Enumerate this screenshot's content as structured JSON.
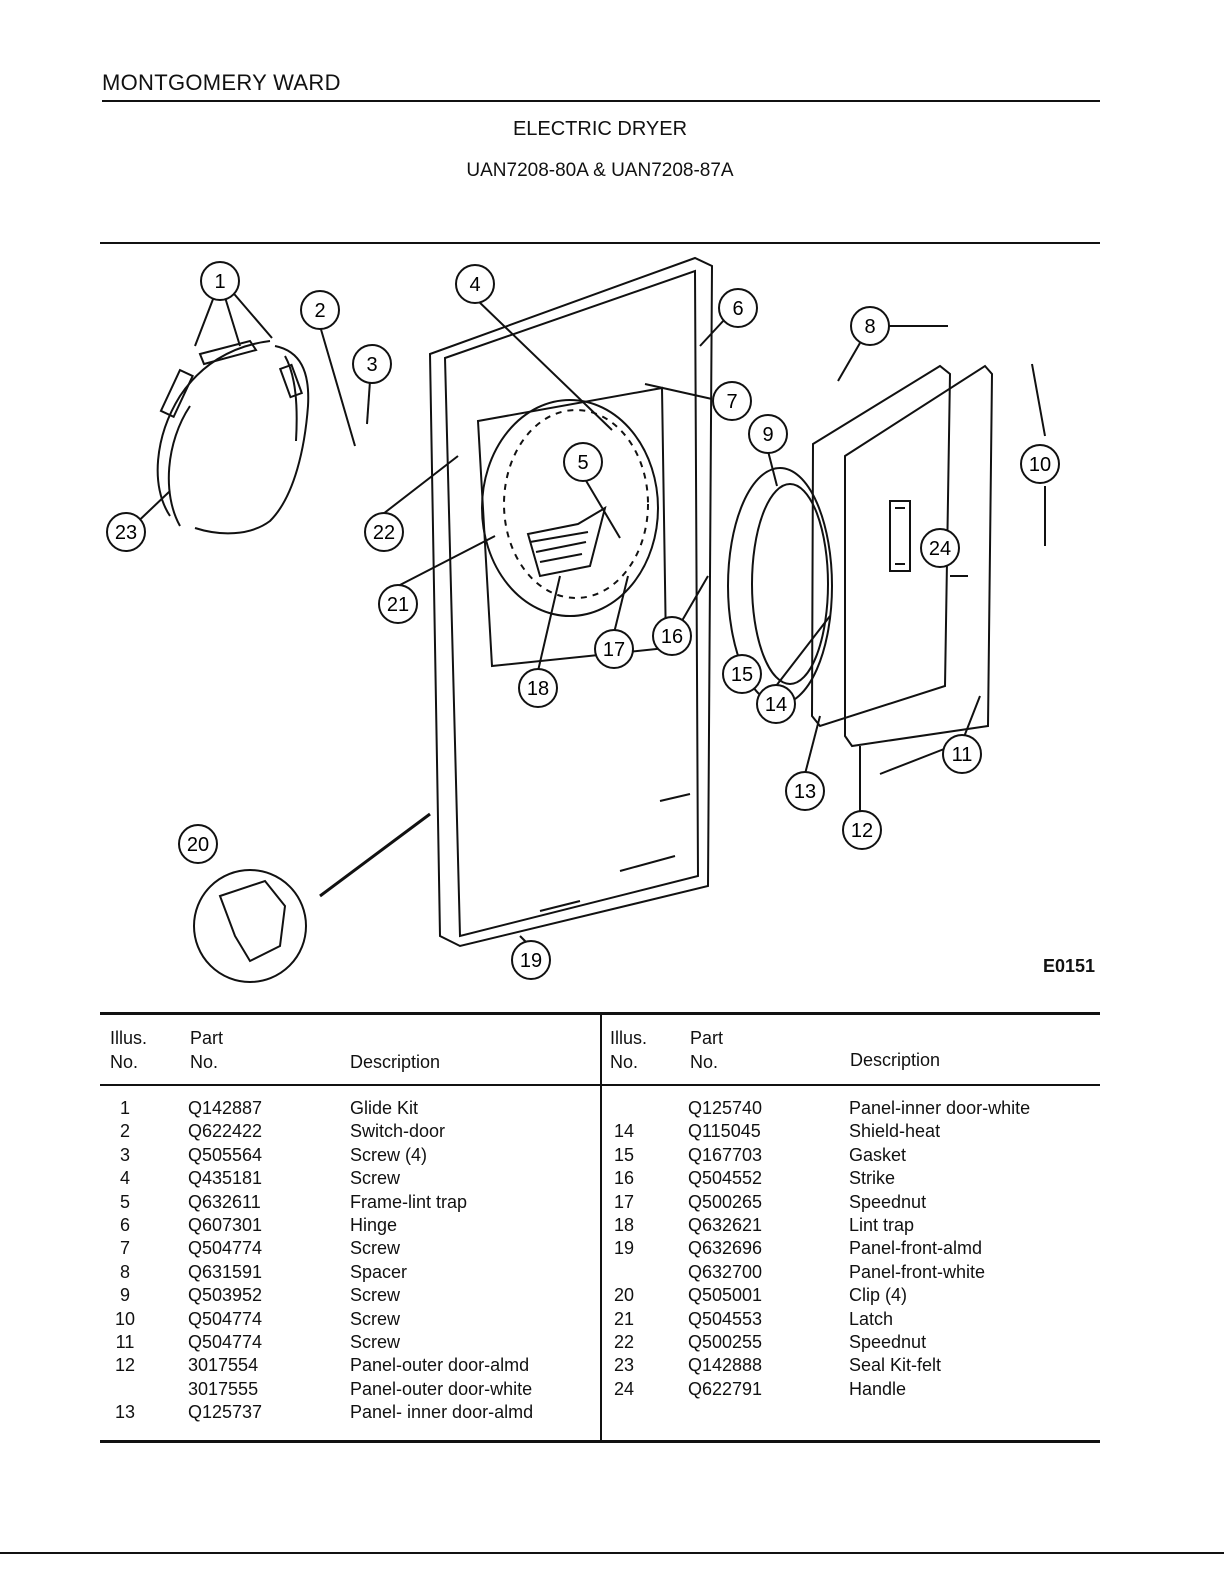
{
  "header": {
    "brand": "MONTGOMERY WARD",
    "title": "ELECTRIC DRYER",
    "models": "UAN7208-80A & UAN7208-87A"
  },
  "diagram": {
    "code": "E0151",
    "callouts": [
      "1",
      "2",
      "3",
      "4",
      "5",
      "6",
      "7",
      "8",
      "9",
      "10",
      "11",
      "12",
      "13",
      "14",
      "15",
      "16",
      "17",
      "18",
      "19",
      "20",
      "21",
      "22",
      "23",
      "24"
    ]
  },
  "table": {
    "headers": {
      "illus_line1": "Illus.",
      "illus_line2": "No.",
      "part_line1": "Part",
      "part_line2": "No.",
      "description": "Description"
    },
    "left_rows": [
      {
        "no": "1",
        "part": "Q142887",
        "desc": "Glide Kit"
      },
      {
        "no": "2",
        "part": "Q622422",
        "desc": "Switch-door"
      },
      {
        "no": "3",
        "part": "Q505564",
        "desc": "Screw (4)"
      },
      {
        "no": "4",
        "part": "Q435181",
        "desc": "Screw"
      },
      {
        "no": "5",
        "part": "Q632611",
        "desc": "Frame-lint trap"
      },
      {
        "no": "6",
        "part": "Q607301",
        "desc": "Hinge"
      },
      {
        "no": "7",
        "part": "Q504774",
        "desc": "Screw"
      },
      {
        "no": "8",
        "part": "Q631591",
        "desc": "Spacer"
      },
      {
        "no": "9",
        "part": "Q503952",
        "desc": "Screw"
      },
      {
        "no": "10",
        "part": "Q504774",
        "desc": "Screw"
      },
      {
        "no": "11",
        "part": "Q504774",
        "desc": "Screw"
      },
      {
        "no": "12",
        "part": "3017554",
        "desc": "Panel-outer door-almd"
      },
      {
        "no": "",
        "part": "3017555",
        "desc": "Panel-outer door-white"
      },
      {
        "no": "13",
        "part": "Q125737",
        "desc": "Panel- inner door-almd"
      }
    ],
    "right_rows": [
      {
        "no": "",
        "part": "Q125740",
        "desc": "Panel-inner door-white"
      },
      {
        "no": "14",
        "part": "Q115045",
        "desc": "Shield-heat"
      },
      {
        "no": "15",
        "part": "Q167703",
        "desc": "Gasket"
      },
      {
        "no": "16",
        "part": "Q504552",
        "desc": "Strike"
      },
      {
        "no": "17",
        "part": "Q500265",
        "desc": "Speednut"
      },
      {
        "no": "18",
        "part": "Q632621",
        "desc": "Lint trap"
      },
      {
        "no": "19",
        "part": "Q632696",
        "desc": "Panel-front-almd"
      },
      {
        "no": "",
        "part": "Q632700",
        "desc": "Panel-front-white"
      },
      {
        "no": "20",
        "part": "Q505001",
        "desc": "Clip (4)"
      },
      {
        "no": "21",
        "part": "Q504553",
        "desc": "Latch"
      },
      {
        "no": "22",
        "part": "Q500255",
        "desc": "Speednut"
      },
      {
        "no": "23",
        "part": "Q142888",
        "desc": "Seal Kit-felt"
      },
      {
        "no": "24",
        "part": "Q622791",
        "desc": "Handle"
      }
    ]
  }
}
